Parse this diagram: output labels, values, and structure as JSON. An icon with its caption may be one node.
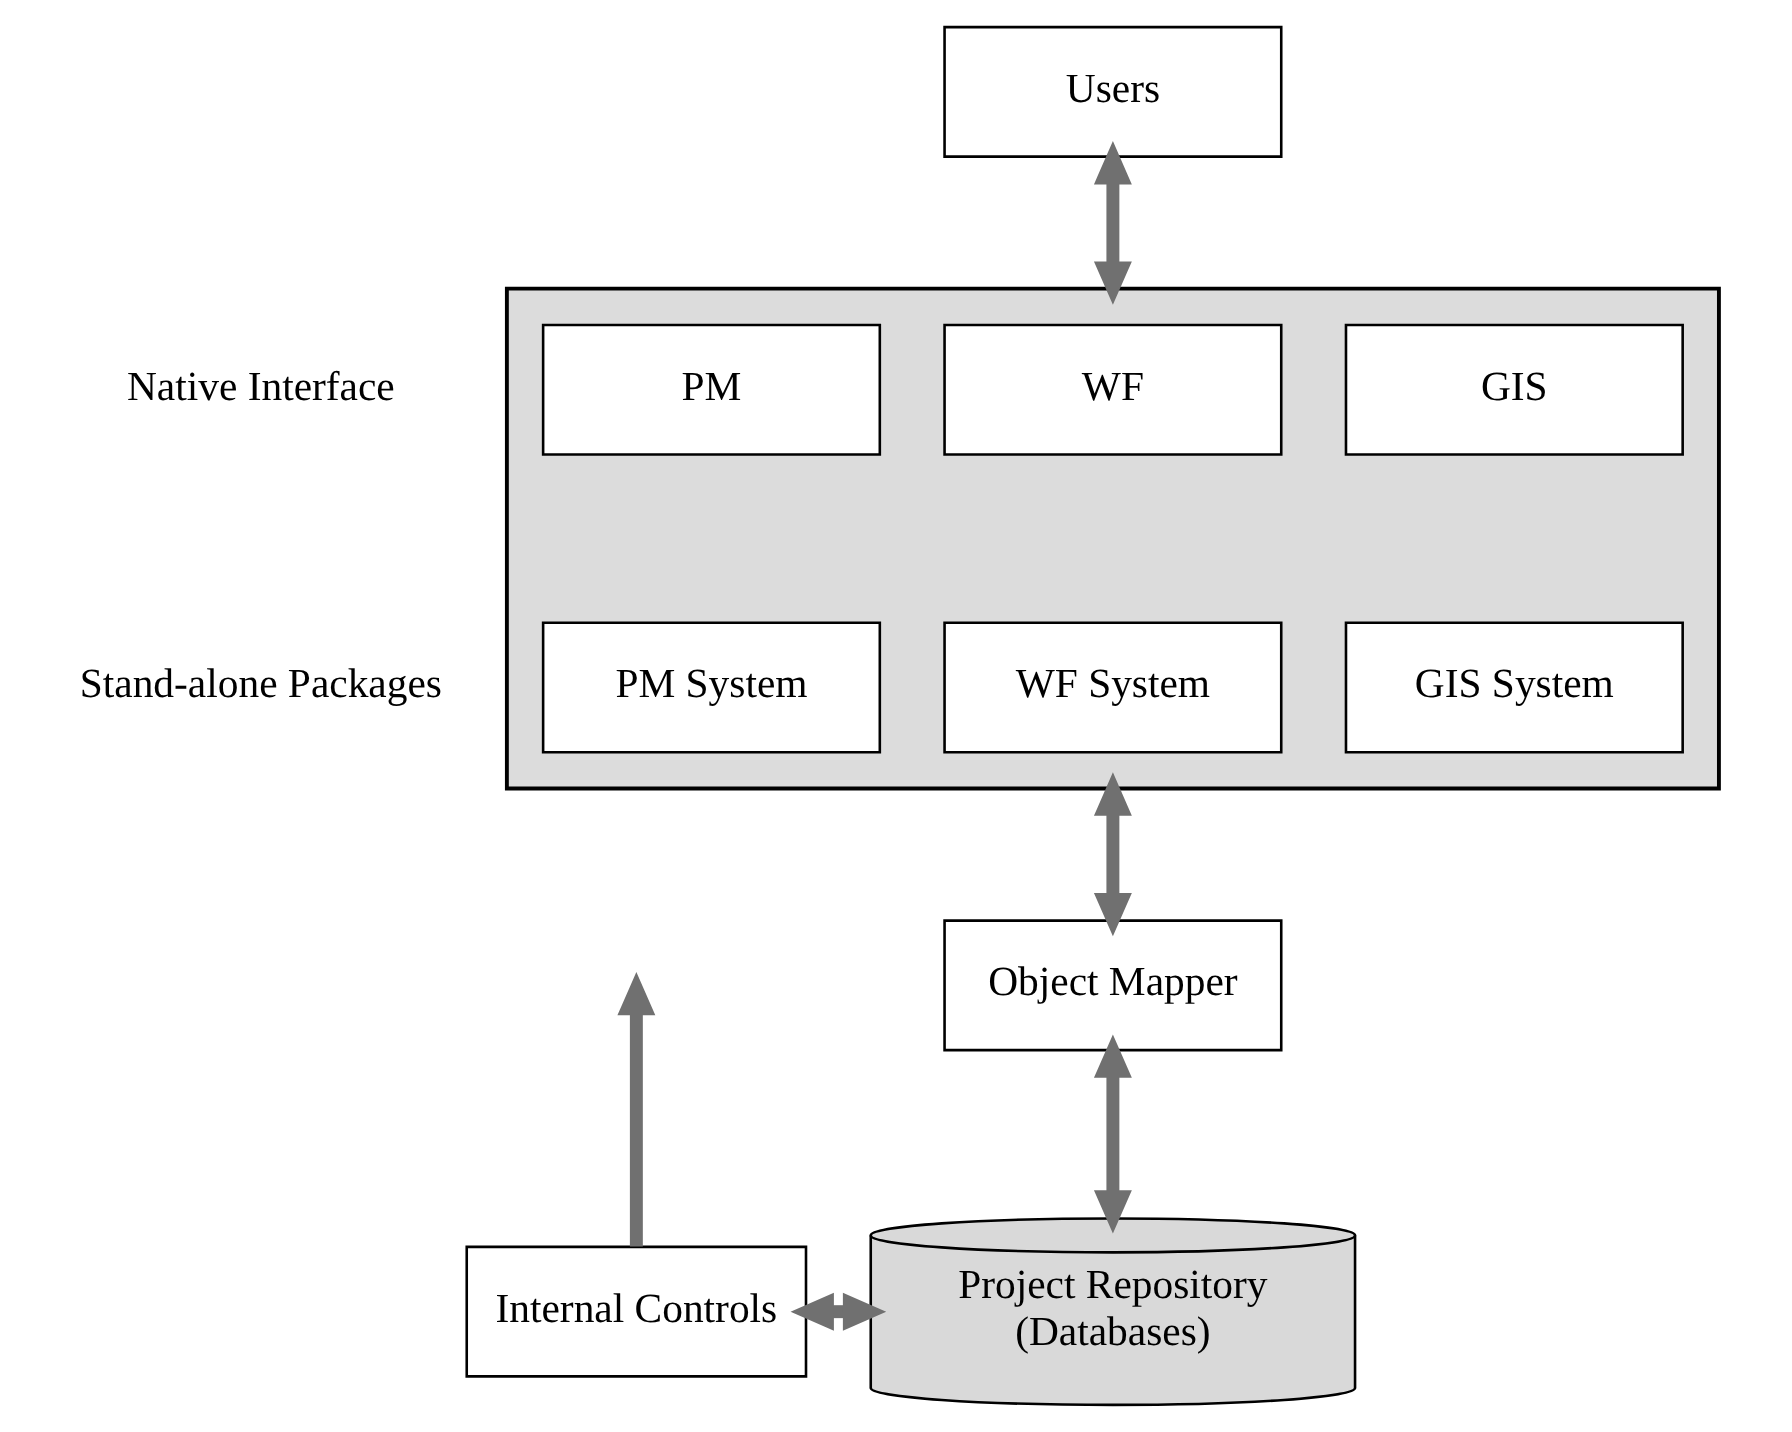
{
  "diagram": {
    "nodes": [
      {
        "text": [
          "Users"
        ]
      },
      {
        "text": [],
        "shape": "box"
      },
      {
        "text": [
          "PM"
        ],
        "in": 1
      },
      {
        "text": [
          "WF"
        ],
        "in": 1
      },
      {
        "text": [
          "GIS"
        ],
        "in": 1
      },
      {
        "text": [
          "PM System"
        ],
        "in": 1
      },
      {
        "text": [
          "WF System"
        ],
        "in": 1
      },
      {
        "text": [
          "GIS System"
        ],
        "in": 1
      },
      {
        "text": [
          "Object Mapper"
        ]
      },
      {
        "text": [
          "Project Repository",
          "(Databases)"
        ]
      },
      {
        "text": [
          "Internal Controls"
        ]
      }
    ],
    "edges": [
      {
        "from": 0,
        "to": 1,
        "arrow": "both"
      },
      {
        "from": 1,
        "to": 8,
        "arrow": "both"
      },
      {
        "from": 8,
        "to": 9,
        "arrow": "both"
      },
      {
        "from": 10,
        "to": 9,
        "arrow": "both"
      },
      {
        "from": 10,
        "to": null,
        "arrow": "to"
      }
    ],
    "labels": [
      "Native Interface",
      "Stand-alone Packages"
    ]
  }
}
